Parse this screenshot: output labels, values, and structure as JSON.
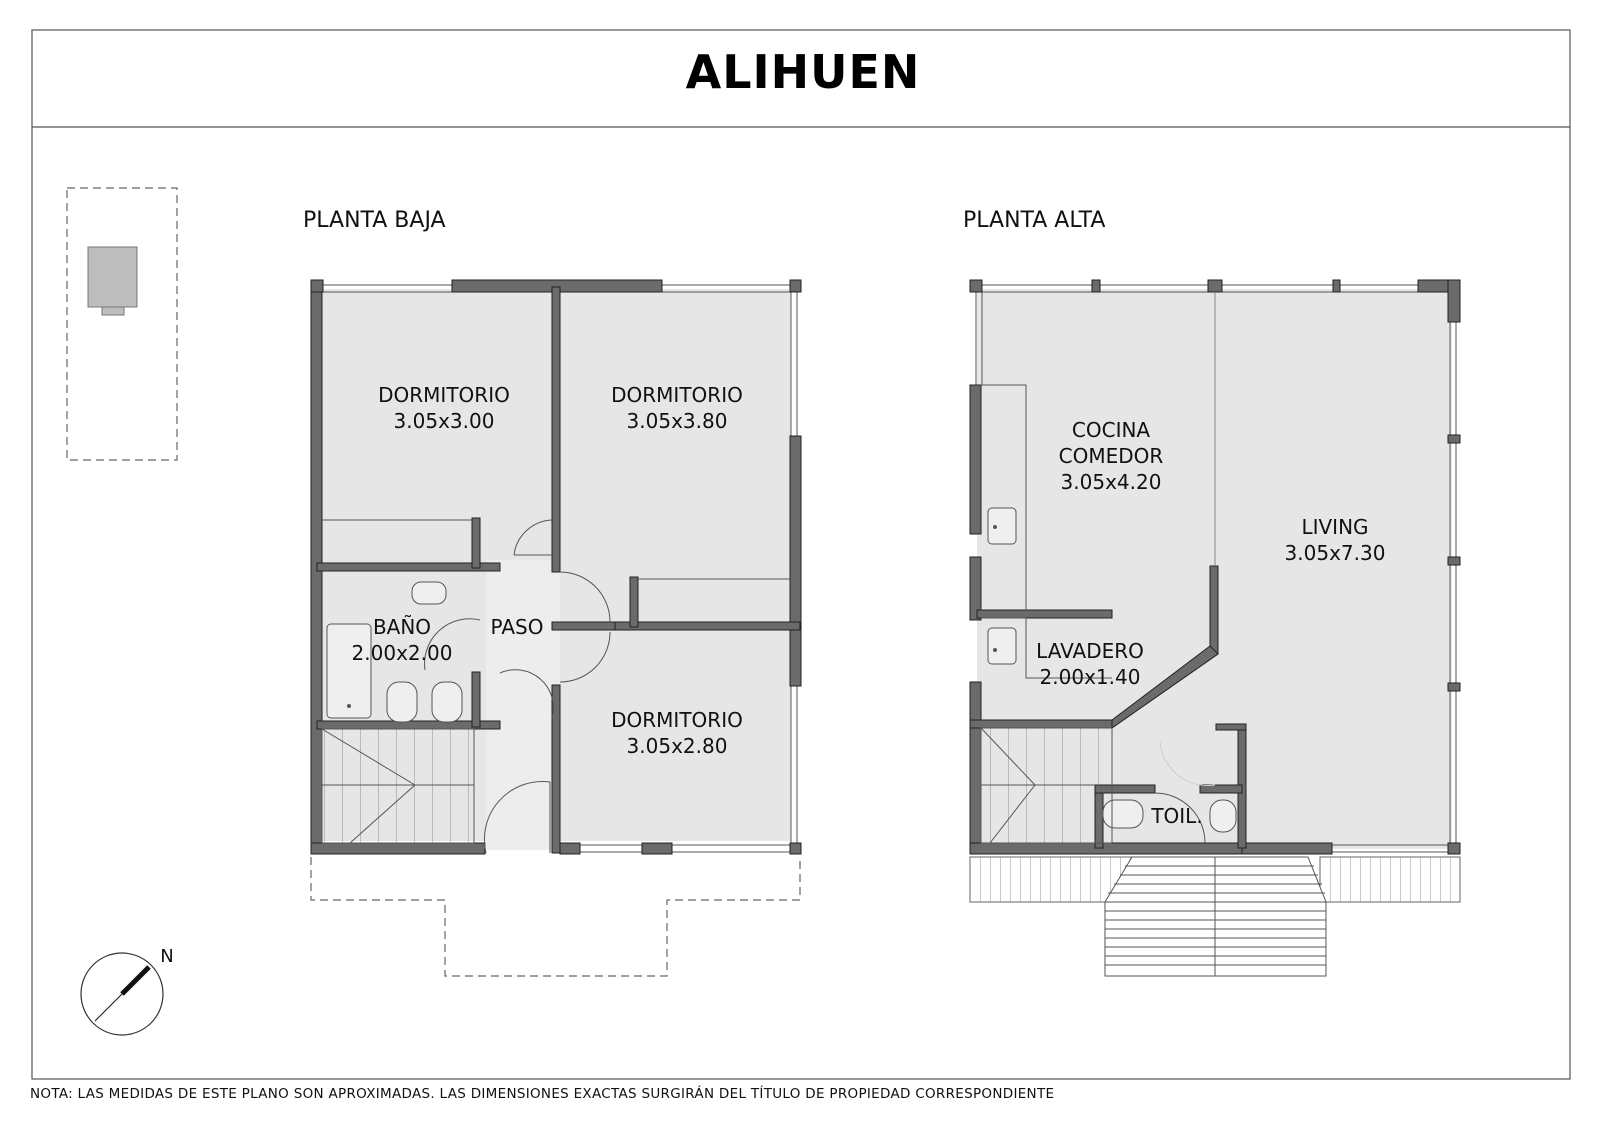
{
  "title": "ALIHUEN",
  "floors": [
    {
      "name": "PLANTA BAJA",
      "rooms": [
        {
          "name": "DORMITORIO",
          "dims": "3.05x3.00"
        },
        {
          "name": "DORMITORIO",
          "dims": "3.05x3.80"
        },
        {
          "name": "BAÑO",
          "dims": "2.00x2.00"
        },
        {
          "name": "PASO",
          "dims": ""
        },
        {
          "name": "DORMITORIO",
          "dims": "3.05x2.80"
        }
      ]
    },
    {
      "name": "PLANTA ALTA",
      "rooms": [
        {
          "name": "COCINA",
          "name2": "COMEDOR",
          "dims": "3.05x4.20"
        },
        {
          "name": "LIVING",
          "dims": "3.05x7.30"
        },
        {
          "name": "LAVADERO",
          "dims": "2.00x1.40"
        },
        {
          "name": "TOIL.",
          "dims": ""
        }
      ]
    }
  ],
  "compass": {
    "label": "N"
  },
  "note": "NOTA: LAS MEDIDAS DE ESTE PLANO SON APROXIMADAS. LAS DIMENSIONES EXACTAS SURGIRÁN DEL TÍTULO DE PROPIEDAD CORRESPONDIENTE",
  "colors": {
    "wall": "#6b6b6b",
    "wall_stroke": "#222222",
    "floor": "#e6e6e6",
    "line": "#444444"
  }
}
